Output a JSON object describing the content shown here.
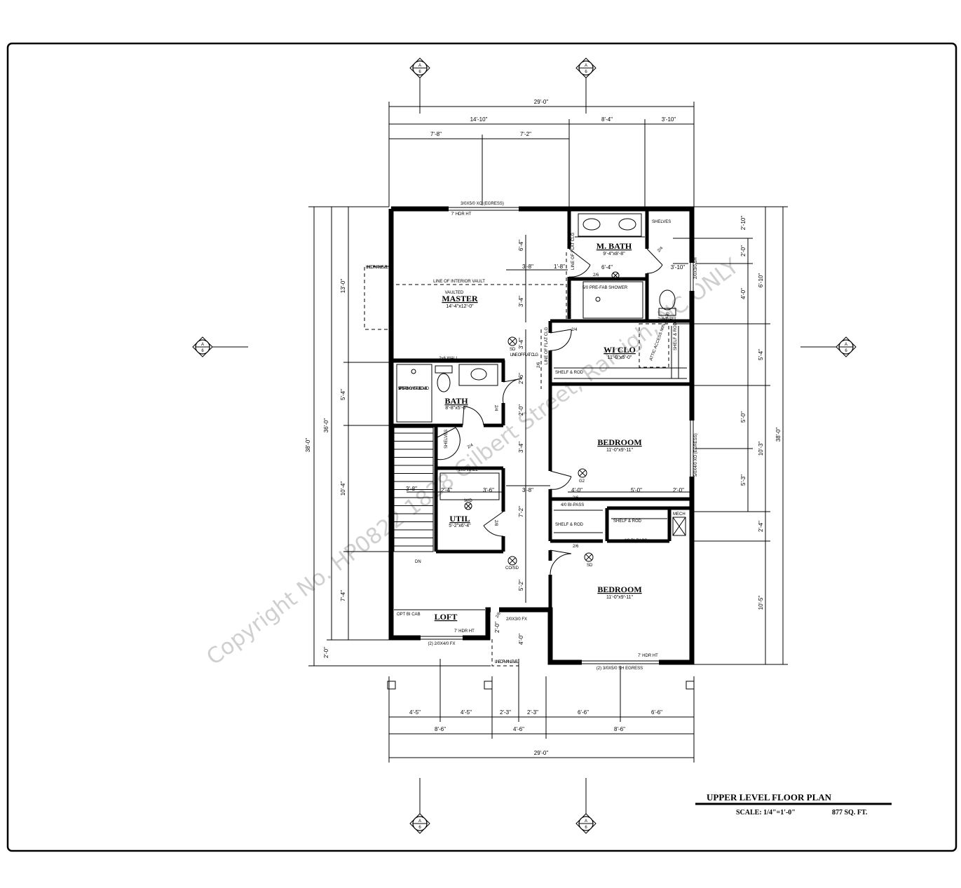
{
  "title_block": {
    "title": "UPPER LEVEL FLOOR PLAN",
    "scale": "SCALE: 1/4\"=1'-0\"",
    "area": "877 SQ. FT."
  },
  "watermark": "Copyright No. HP0822 1828 Gilbert Street, Raleigh, NC ONLY",
  "section_markers": {
    "letter": "A",
    "sheet": "6"
  },
  "rooms": {
    "master": {
      "pre": "VAULTED",
      "name": "MASTER",
      "size": "14'-4\"x12'-0\""
    },
    "mbath": {
      "name": "M. BATH",
      "size": "9'-4\"x8'-8\""
    },
    "wiclo": {
      "name": "WI CLO",
      "size": "11'-0\"x5'-0\""
    },
    "bath": {
      "name": "BATH",
      "size": "8'-8\"x5'-0\""
    },
    "util": {
      "name": "UTIL",
      "size": "5'-2\"x6'-4\""
    },
    "bed1": {
      "name": "BEDROOM",
      "size": "11'-0\"x9'-11\""
    },
    "bed2": {
      "name": "BEDROOM",
      "size": "11'-0\"x9'-11\""
    },
    "loft": {
      "name": "LOFT"
    }
  },
  "notes": {
    "top_window": "3/0X5/0 XO (EGRESS)",
    "hdr_top": "7' HDR HT",
    "interior_vault": "LINE OF INTERIOR VAULT",
    "line_main_level": "LINE OF MAIN LEVEL",
    "line_main_level2": "LINE OF MAIN LEVEL",
    "flat_clg1": "LINE OF FLAT CLG",
    "flat_clg2": "LINE OF FLAT CLG",
    "flat_clg3": "LINE OF FLAT CLG",
    "shelves1": "SHELVES",
    "shelves2": "SHELVES",
    "sh_window": "2/0X3/0 SH",
    "shower_mbath": "5/0 PRE-FAB SHOWER",
    "wall_2x6_1": "2x6 WALL",
    "wall_2x6_2": "2x6 WALL",
    "wall_2x6_3": "2x6 WALL",
    "attic_access": "ATTIC ACCESS MIN 22x30",
    "shelf_rod1": "SHELF & ROD",
    "shelf_rod2": "SHELF & ROD",
    "shelf_rod3": "SHELF & ROD",
    "shelf_rod4": "SHELF & ROD",
    "tub_combo": "5/0 PRE-FAB SHOWER/TUB COMBO",
    "bed_window": "5/0X4/0 XO (EGRESS)",
    "bipass1": "4/0 BI-PASS",
    "bipass2": "4/0 BI-PASS",
    "mech": "MECH",
    "wd": "W/D",
    "dn": "DN",
    "sd1": "SD",
    "sd2": "SD",
    "cosd": "CO/SD",
    "g2": "G2",
    "opt_bi_cab": "OPT BI CAB",
    "hdr_loft": "7' HDR HT",
    "loft_window": "(2) 2/0X4/0 FX",
    "fx_window": "2/0X3/0 FX",
    "hdr_bed": "7' HDR HT",
    "bed2_window": "(2) 3/0X5/0 SH EGRESS"
  },
  "doors": {
    "d_mbath": "2/6",
    "d_wc": "2/4",
    "d_wic": "2/4",
    "d_master": "2/6",
    "d_bath": "2/4",
    "d_shelves": "2/4",
    "d_util": "2/8",
    "d_bed1": "2/6",
    "d_bed2": "2/6",
    "d_loft": "2/6"
  },
  "dimensions": {
    "top_total": "29'-0\"",
    "top_a": "14'-10\"",
    "top_b": "8'-4\"",
    "top_c": "3'-10\"",
    "top_d": "7'-8\"",
    "top_e": "7'-2\"",
    "left_a": "38'-0\"",
    "left_b": "36'-0\"",
    "left_c": "13'-0\"",
    "left_d": "5'-4\"",
    "left_e": "10'-4\"",
    "left_f": "7'-4\"",
    "left_g": "2'-0\"",
    "right_a": "38'-0\"",
    "right_b": "6'-10\"",
    "right_c": "10'-3\"",
    "right_d": "2'-10\"",
    "right_e": "2'-0\"",
    "right_f": "4'-0\"",
    "right_g": "5'-4\"",
    "right_h": "5'-0\"",
    "right_i": "5'-3\"",
    "right_j": "2'-4\"",
    "right_k": "10'-5\"",
    "bot_a": "4'-5\"",
    "bot_b": "4'-5\"",
    "bot_c": "2'-3\"",
    "bot_d": "2'-3\"",
    "bot_e": "6'-6\"",
    "bot_f": "6'-6\"",
    "bot_g": "8'-6\"",
    "bot_h": "4'-6\"",
    "bot_i": "8'-6\"",
    "bot_total": "29'-0\"",
    "i_64a": "6'-4\"",
    "i_38a": "3'-8\"",
    "i_18": "1'-8\"",
    "i_64b": "6'-4\"",
    "i_310": "3'-10\"",
    "i_34a": "3'-4\"",
    "i_34b": "3'-4\"",
    "i_26": "2'-6\"",
    "i_20a": "2'-0\"",
    "i_34c": "3'-4\"",
    "i_38b": "3'-8\"",
    "i_36": "3'-6\"",
    "i_24": "2'-4\"",
    "i_38c": "3'-8\"",
    "i_40": "4'-0\"",
    "i_50": "5'-0\"",
    "i_20b": "2'-0\"",
    "i_72": "7'-2\"",
    "i_52": "5'-2\"",
    "i_20c": "2'-0\"",
    "i_40b": "4'-0\""
  }
}
